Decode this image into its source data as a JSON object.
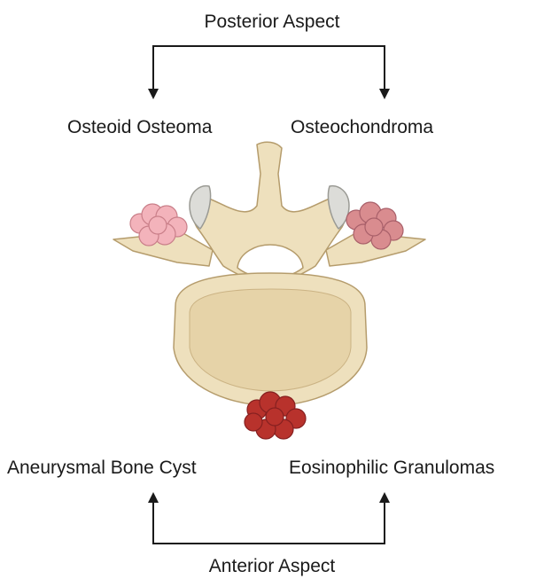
{
  "labels": {
    "posterior": "Posterior Aspect",
    "anterior": "Anterior Aspect",
    "osteoid_osteoma": "Osteoid Osteoma",
    "osteochondroma": "Osteochondroma",
    "aneurysmal_bone_cyst": "Aneurysmal Bone Cyst",
    "eosinophilic_granulomas": "Eosinophilic Granulomas"
  },
  "colors": {
    "bone_fill": "#eee0bd",
    "bone_outline": "#b59c6c",
    "bone_shadow": "#d9c79c",
    "cartilage": "#dcdcd8",
    "lesion_light_pink": "#f3b3bb",
    "lesion_dusty_pink": "#d98c8f",
    "lesion_dark_red": "#b8322c",
    "arrow": "#1a1a1a"
  }
}
